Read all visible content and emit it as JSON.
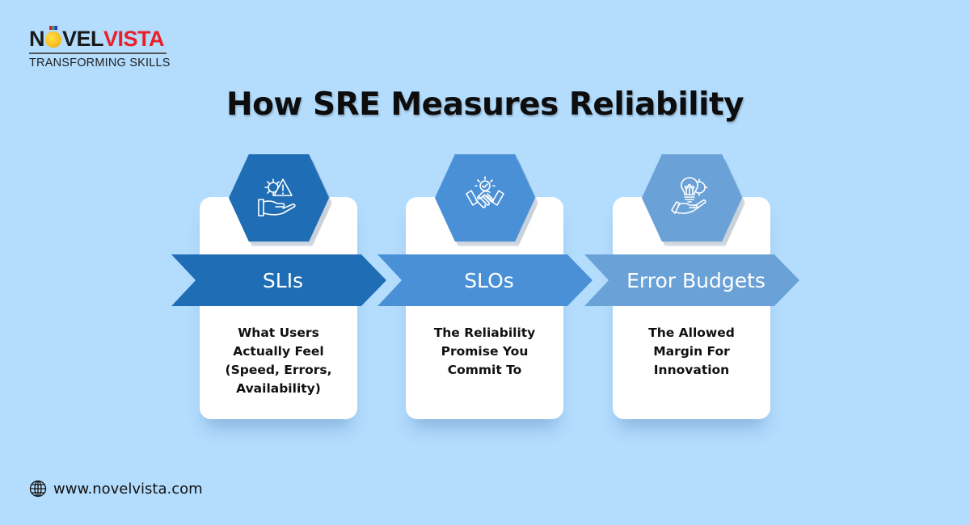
{
  "brand": {
    "logo_n": "N",
    "logo_vel": "VEL",
    "logo_vista": "VISTA",
    "tagline": "TRANSFORMING SKILLS",
    "colors": {
      "dark": "#1a1a1a",
      "red": "#e8202a"
    }
  },
  "title": "How SRE Measures Reliability",
  "steps": [
    {
      "label": "SLIs",
      "description": "What Users Actually Feel (Speed, Errors, Availability)",
      "icon": "hand-gear-warning-icon",
      "color": "#1f6db5"
    },
    {
      "label": "SLOs",
      "description": "The Reliability Promise You Commit To",
      "icon": "handshake-check-icon",
      "color": "#4a90d6"
    },
    {
      "label": "Error Budgets",
      "description": "The Allowed Margin For Innovation",
      "icon": "hand-lightbulb-gear-icon",
      "color": "#6aa1d6"
    }
  ],
  "footer": {
    "icon": "globe-icon",
    "website": "www.novelvista.com"
  },
  "background": "#b3dcfd"
}
